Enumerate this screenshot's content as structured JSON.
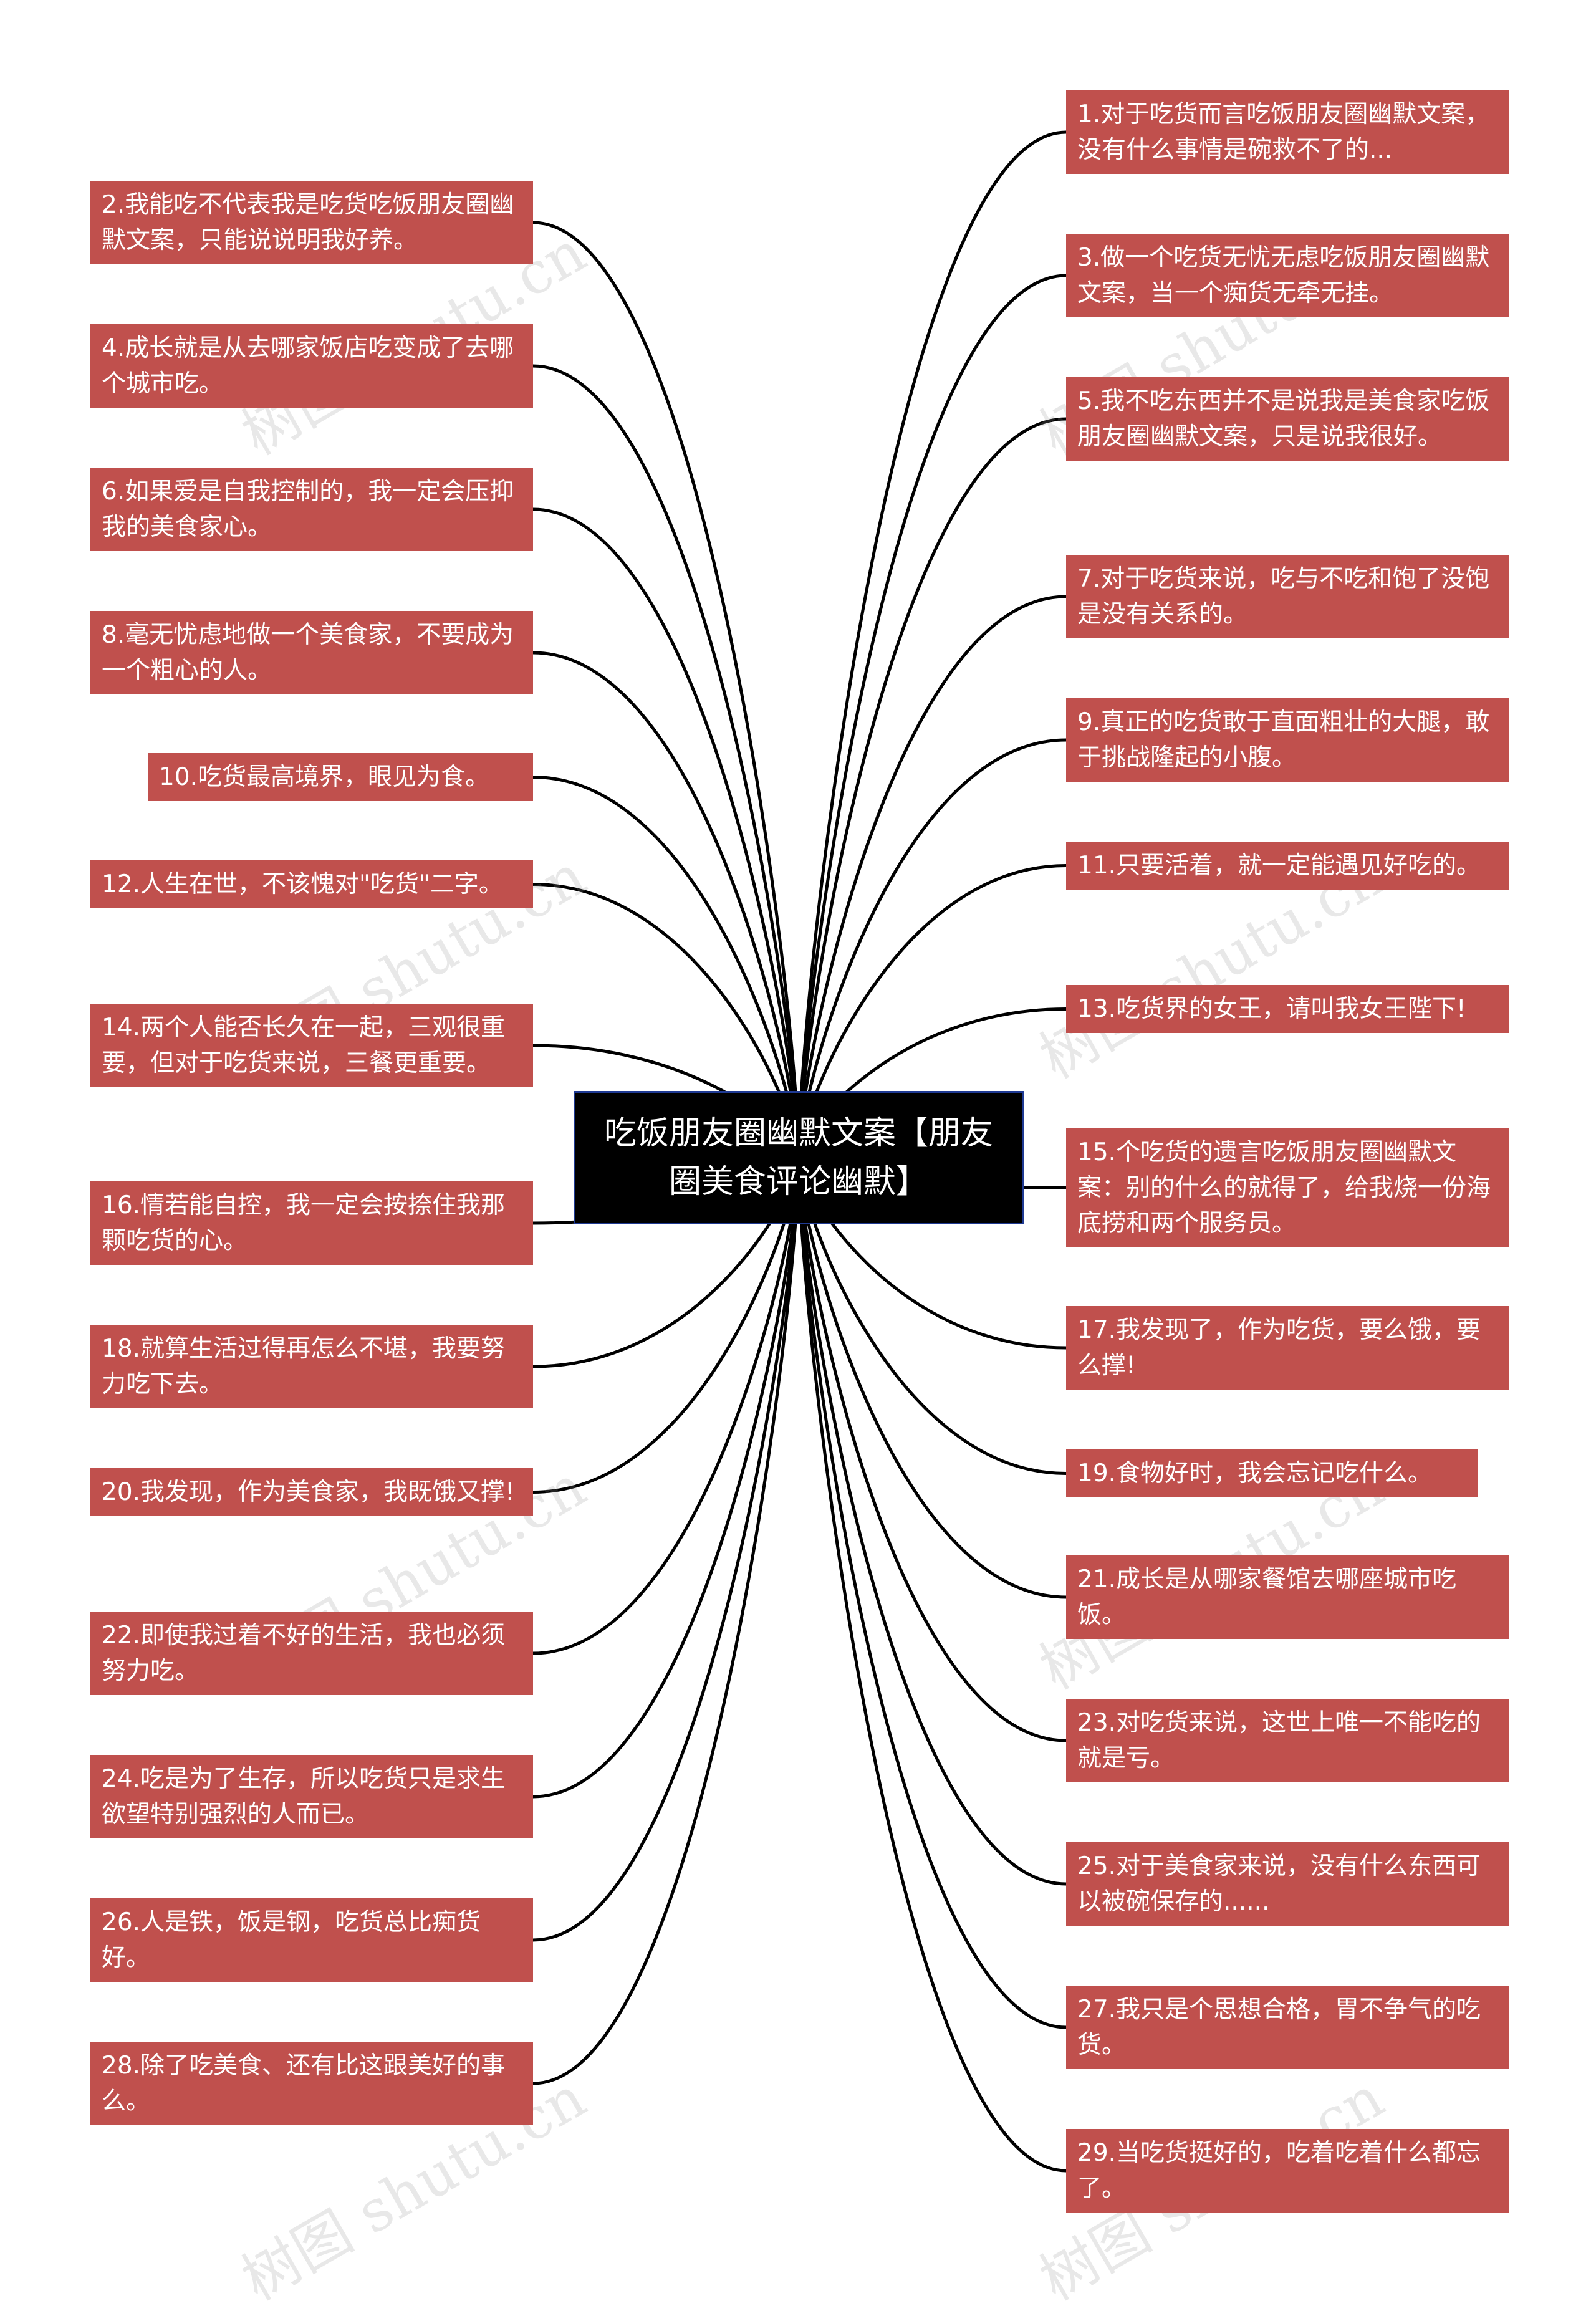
{
  "center": {
    "label": "吃饭朋友圈幽默文案【朋友圈美食评论幽默】"
  },
  "watermark": "树图 shutu.cn",
  "colors": {
    "node_bg": "#c0504d",
    "center_bg": "#000000",
    "center_border": "#1f3a93",
    "line": "#000000"
  },
  "left_items": [
    "2.我能吃不代表我是吃货吃饭朋友圈幽默文案，只能说说明我好养。",
    "4.成长就是从去哪家饭店吃变成了去哪个城市吃。",
    "6.如果爱是自我控制的，我一定会压抑我的美食家心。",
    "8.毫无忧虑地做一个美食家，不要成为一个粗心的人。",
    "10.吃货最高境界，眼见为食。",
    "12.人生在世，不该愧对\"吃货\"二字。",
    "14.两个人能否长久在一起，三观很重要，但对于吃货来说，三餐更重要。",
    "16.情若能自控，我一定会按捺住我那颗吃货的心。",
    "18.就算生活过得再怎么不堪，我要努力吃下去。",
    "20.我发现，作为美食家，我既饿又撑!",
    "22.即使我过着不好的生活，我也必须努力吃。",
    "24.吃是为了生存，所以吃货只是求生欲望特别强烈的人而已。",
    "26.人是铁，饭是钢，吃货总比痴货好。",
    "28.除了吃美食、还有比这跟美好的事么。"
  ],
  "right_items": [
    "1.对于吃货而言吃饭朋友圈幽默文案，没有什么事情是碗救不了的...",
    "3.做一个吃货无忧无虑吃饭朋友圈幽默文案，当一个痴货无牵无挂。",
    "5.我不吃东西并不是说我是美食家吃饭朋友圈幽默文案，只是说我很好。",
    "7.对于吃货来说，吃与不吃和饱了没饱是没有关系的。",
    "9.真正的吃货敢于直面粗壮的大腿，敢于挑战隆起的小腹。",
    "11.只要活着，就一定能遇见好吃的。",
    "13.吃货界的女王，请叫我女王陛下!",
    "15.个吃货的遗言吃饭朋友圈幽默文案：别的什么的就得了，给我烧一份海底捞和两个服务员。",
    "17.我发现了，作为吃货，要么饿，要么撑!",
    "19.食物好时，我会忘记吃什么。",
    "21.成长是从哪家餐馆去哪座城市吃饭。",
    "23.对吃货来说，这世上唯一不能吃的就是亏。",
    "25.对于美食家来说，没有什么东西可以被碗保存的......",
    "27.我只是个思想合格，胃不争气的吃货。",
    "29.当吃货挺好的，吃着吃着什么都忘了。"
  ]
}
